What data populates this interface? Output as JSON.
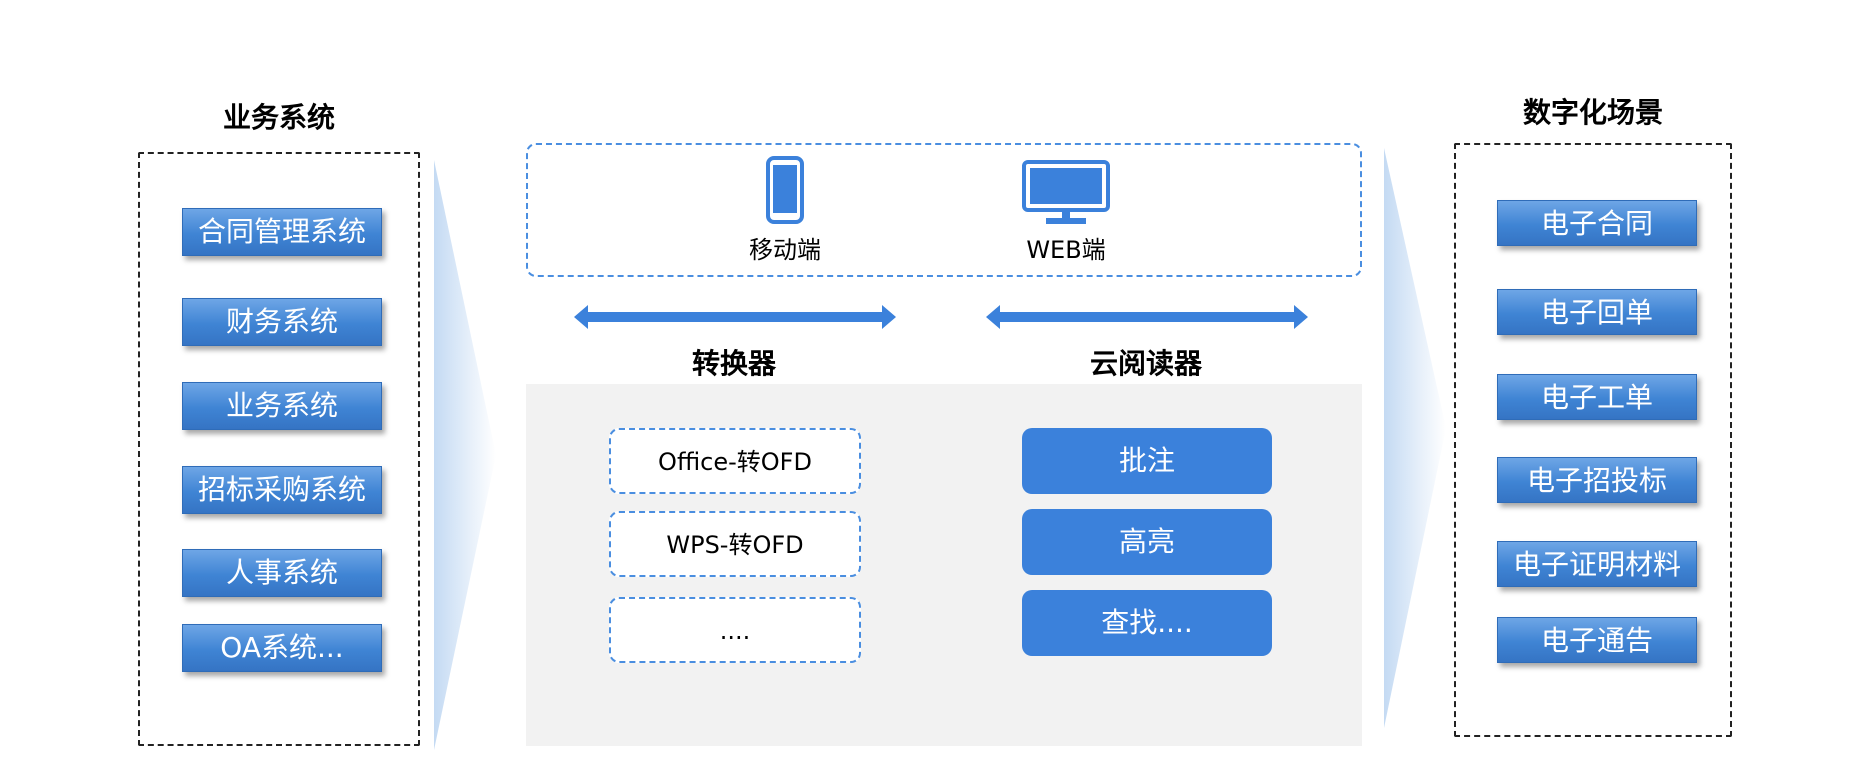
{
  "left": {
    "title": "业务系统",
    "items": [
      "合同管理系统",
      "财务系统",
      "业务系统",
      "招标采购系统",
      "人事系统",
      "OA系统..."
    ]
  },
  "right": {
    "title": "数字化场景",
    "items": [
      "电子合同",
      "电子回单",
      "电子工单",
      "电子招投标",
      "电子证明材料",
      "电子通告"
    ]
  },
  "center": {
    "devices": [
      {
        "label": "移动端",
        "icon": "mobile-phone-icon"
      },
      {
        "label": "WEB端",
        "icon": "desktop-monitor-icon"
      }
    ],
    "converter": {
      "title": "转换器",
      "items": [
        "Office-转OFD",
        "WPS-转OFD",
        "...."
      ]
    },
    "reader": {
      "title": "云阅读器",
      "items": [
        "批注",
        "高亮",
        "查找...."
      ]
    }
  },
  "colors": {
    "accent": "#3b81db",
    "panel_gray": "#f2f2f2",
    "button_gradient_top": "#6ea6e6",
    "button_gradient_bottom": "#3574c4"
  }
}
